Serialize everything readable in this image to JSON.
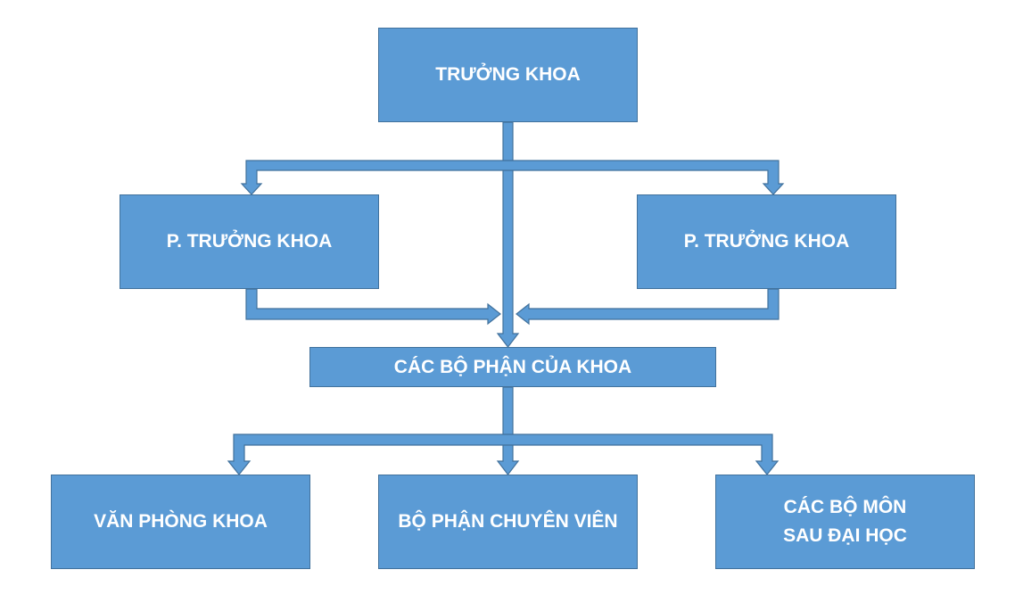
{
  "diagram": {
    "colors": {
      "box_fill": "#5b9bd5",
      "box_border": "#41719c",
      "text": "#ffffff"
    },
    "nodes": {
      "head": "TRƯỞNG KHOA",
      "deputy_left": "P. TRƯỞNG KHOA",
      "deputy_right": "P. TRƯỞNG KHOA",
      "units": "CÁC BỘ PHẬN CỦA KHOA",
      "office": "VĂN PHÒNG KHOA",
      "specialists": "BỘ PHẬN CHUYÊN VIÊN",
      "departments_line1": "CÁC BỘ MÔN",
      "departments_line2": "SAU ĐẠI HỌC"
    },
    "edges": [
      {
        "from": "head",
        "to": "deputy_left"
      },
      {
        "from": "head",
        "to": "deputy_right"
      },
      {
        "from": "head",
        "to": "units"
      },
      {
        "from": "deputy_left",
        "to": "units"
      },
      {
        "from": "deputy_right",
        "to": "units"
      },
      {
        "from": "units",
        "to": "office"
      },
      {
        "from": "units",
        "to": "specialists"
      },
      {
        "from": "units",
        "to": "departments"
      }
    ]
  }
}
